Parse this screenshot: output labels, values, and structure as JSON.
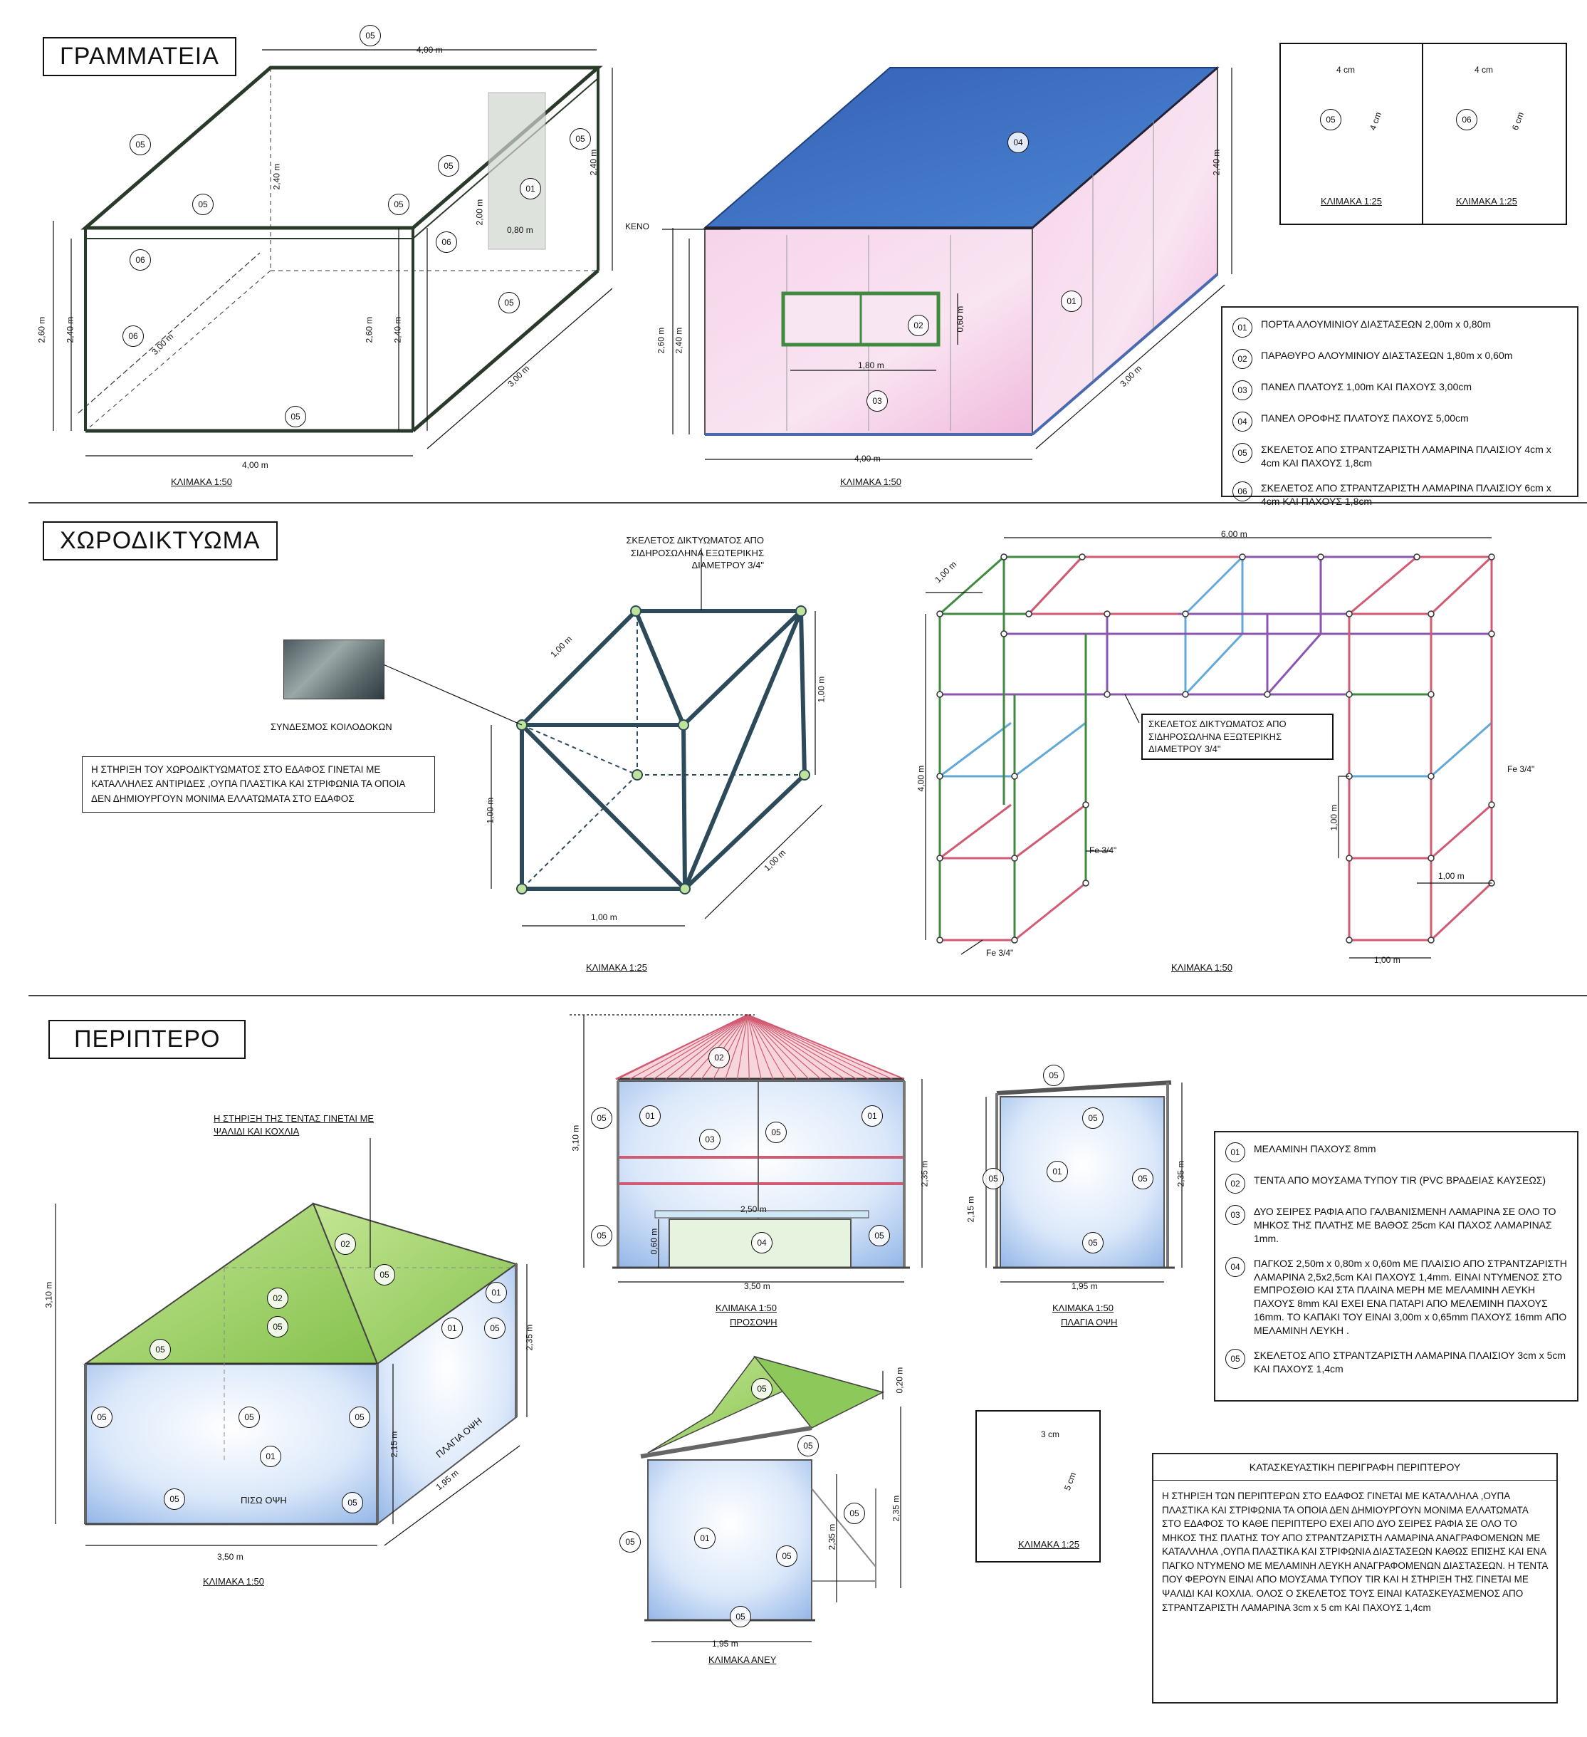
{
  "sections": {
    "grammateia": "ΓΡΑΜΜΑΤΕΙΑ",
    "chorodiktyoma": "ΧΩΡΟΔΙΚΤΥΩΜΑ",
    "periptero": "ΠΕΡΙΠΤΕΡΟ"
  },
  "grammateia": {
    "dims": {
      "w400": "4,00 m",
      "h240": "2,40 m",
      "h260": "2,60 m",
      "d300": "3,00 m",
      "diag": "3,00 m",
      "door_h": "2,00 m",
      "door_w": "0,80 m",
      "win_w": "1,80 m",
      "win_h": "0,60 m"
    },
    "keno": "ΚΕΝΟ",
    "scale50": "ΚΛΙΜΑΚΑ 1:50",
    "scale25": "ΚΛΙΜΑΚΑ 1:25",
    "profile_dims": {
      "a": "4 cm",
      "b": "4 cm",
      "c": "4 cm",
      "d": "6 cm"
    },
    "legend": [
      {
        "num": "01",
        "text": "ΠΟΡΤΑ ΑΛΟΥΜΙΝΙΟΥ ΔΙΑΣΤΑΣΕΩΝ 2,00m x 0,80m"
      },
      {
        "num": "02",
        "text": "ΠΑΡΑΘΥΡΟ ΑΛΟΥΜΙΝΙΟΥ ΔΙΑΣΤΑΣΕΩΝ 1,80m x 0,60m"
      },
      {
        "num": "03",
        "text": "ΠΑΝΕΛ ΠΛΑΤΟΥΣ 1,00m ΚΑΙ ΠΑΧΟΥΣ 3,00cm"
      },
      {
        "num": "04",
        "text": "ΠΑΝΕΛ ΟΡΟΦΗΣ ΠΛΑΤΟΥΣ ΠΑΧΟΥΣ 5,00cm"
      },
      {
        "num": "05",
        "text": "ΣΚΕΛΕΤΟΣ ΑΠΟ ΣΤΡΑΝΤΖΑΡΙΣΤΗ ΛΑΜΑΡΙΝΑ ΠΛΑΙΣΙΟΥ 4cm x 4cm ΚΑΙ ΠΑΧΟΥΣ 1,8cm"
      },
      {
        "num": "06",
        "text": "ΣΚΕΛΕΤΟΣ ΑΠΟ ΣΤΡΑΝΤΖΑΡΙΣΤΗ ΛΑΜΑΡΙΝΑ ΠΛΑΙΣΙΟΥ 6cm x 4cm ΚΑΙ ΠΑΧΟΥΣ 1,8cm"
      }
    ]
  },
  "chorodiktyoma": {
    "skeleton_label": "ΣΚΕΛΕΤΟΣ ΔΙΚΤΥΩΜΑΤΟΣ ΑΠΟ ΣΙΔΗΡΟΣΩΛΗΝΑ ΕΞΩΤΕΡΙΚΗΣ ΔΙΑΜΕΤΡΟΥ 3/4\"",
    "connector": "ΣΥΝΔΕΣΜΟΣ ΚΟΙΛΟΔΟΚΩΝ",
    "note": "Η ΣΤΗΡΙΞΗ ΤΟΥ ΧΩΡΟΔΙΚΤΥΩΜΑΤΟΣ ΣΤΟ ΕΔΑΦΟΣ ΓΙΝΕΤΑΙ ΜΕ ΚΑΤΑΛΛΗΛΕΣ ΑΝΤΙΡΙΔΕΣ ,ΟΥΠΑ ΠΛΑΣΤΙΚΑ ΚΑΙ ΣΤΡΙΦΩΝΙΑ ΤΑ ΟΠΟΙΑ ΔΕΝ ΔΗΜΙΟΥΡΓΟΥΝ ΜΟΝΙΜΑ ΕΛΛΑΤΩΜΑΤΑ ΣΤΟ ΕΔΑΦΟΣ",
    "dims": {
      "m100": "1,00 m",
      "m600": "6,00 m",
      "m400": "4,00 m"
    },
    "fe": "Fe 3/4\"",
    "scale25": "ΚΛΙΜΑΚΑ 1:25",
    "scale50": "ΚΛΙΜΑΚΑ 1:50"
  },
  "periptero": {
    "tent_note": "Η ΣΤΗΡΙΞΗ ΤΗΣ ΤΕΝΤΑΣ ΓΙΝΕΤΑΙ ΜΕ ΨΑΛΙΔΙ ΚΑΙ ΚΟΧΛΙΑ",
    "dims": {
      "h310": "3,10 m",
      "h235": "2,35 m",
      "h215": "2,15 m",
      "w350": "3,50 m",
      "d195": "1,95 m",
      "w250": "2,50 m",
      "h060": "0,60 m",
      "h020": "0,20 m"
    },
    "back": "ΠΙΣΩ ΟΨΗ",
    "side": "ΠΛΑΓΙΑ ΟΨΗ",
    "front": "ΠΡΟΣΟΨΗ",
    "scale50": "ΚΛΙΜΑΚΑ 1:50",
    "scale25": "ΚΛΙΜΑΚΑ 1:25",
    "scale_top": "ΚΛΙΜΑΚΑ ΑΝΕΥ",
    "profile_dims": {
      "a": "3 cm",
      "b": "5 cm"
    },
    "legend": [
      {
        "num": "01",
        "text": "ΜΕΛΑΜΙΝΗ ΠΑΧΟΥΣ 8mm"
      },
      {
        "num": "02",
        "text": "ΤΕΝΤΑ ΑΠΟ ΜΟΥΣΑΜΑ ΤΥΠΟΥ TIR (PVC ΒΡΑΔΕΙΑΣ ΚΑΥΣΕΩΣ)"
      },
      {
        "num": "03",
        "text": "ΔΥΟ ΣΕΙΡΕΣ ΡΑΦΙΑ ΑΠΟ ΓΑΛΒΑΝΙΣΜΕΝΗ ΛΑΜΑΡΙΝΑ ΣΕ ΟΛΟ ΤΟ ΜΗΚΟΣ ΤΗΣ ΠΛΑΤΗΣ ΜΕ ΒΑΘΟΣ 25cm ΚΑΙ ΠΑΧΟΣ ΛΑΜΑΡΙΝΑΣ 1mm."
      },
      {
        "num": "04",
        "text": "ΠΑΓΚΟΣ 2,50m x 0,80m x 0,60m ΜΕ ΠΛΑΙΣΙΟ ΑΠΟ ΣΤΡΑΝΤΖΑΡΙΣΤΗ ΛΑΜΑΡΙΝΑ 2,5x2,5cm ΚΑΙ ΠΑΧΟΥΣ 1,4mm. ΕΙΝΑΙ ΝΤΥΜΕΝΟΣ ΣΤΟ ΕΜΠΡΟΣΘΙΟ ΚΑΙ ΣΤΑ ΠΛΑΙΝΑ ΜΕΡΗ ΜΕ ΜΕΛΑΜΙΝΗ ΛΕΥΚΗ ΠΑΧΟΥΣ 8mm ΚΑΙ ΕΧΕΙ ΕΝΑ ΠΑΤΑΡΙ ΑΠΟ ΜΕΛΕΜΙΝΗ ΠΑΧΟΥΣ 16mm. ΤΟ ΚΑΠΑΚΙ ΤΟΥ ΕΙΝΑΙ 3,00m x 0,65mm ΠΑΧΟΥΣ 16mm ΑΠΟ ΜΕΛΑΜΙΝΗ ΛΕΥΚΗ ."
      },
      {
        "num": "05",
        "text": "ΣΚΕΛΕΤΟΣ ΑΠΟ ΣΤΡΑΝΤΖΑΡΙΣΤΗ ΛΑΜΑΡΙΝΑ ΠΛΑΙΣΙΟΥ 3cm x 5cm ΚΑΙ ΠΑΧΟΥΣ 1,4cm"
      }
    ],
    "desc_title": "ΚΑΤΑΣΚΕΥΑΣΤΙΚΗ ΠΕΡΙΓΡΑΦΗ ΠΕΡΙΠΤΕΡΟΥ",
    "desc_body": "Η ΣΤΗΡΙΞΗ ΤΩΝ ΠΕΡΙΠΤΕΡΩΝ ΣΤΟ ΕΔΑΦΟΣ ΓΙΝΕΤΑΙ ΜΕ ΚΑΤΑΛΛΗΛΑ ,ΟΥΠΑ ΠΛΑΣΤΙΚΑ ΚΑΙ ΣΤΡΙΦΩΝΙΑ ΤΑ ΟΠΟΙΑ ΔΕΝ ΔΗΜΙΟΥΡΓΟΥΝ ΜΟΝΙΜΑ ΕΛΛΑΤΩΜΑΤΑ ΣΤΟ ΕΔΑΦΟΣ ΤΟ ΚΑΘΕ ΠΕΡΙΠΤΕΡΟ ΕΧΕΙ ΑΠΟ ΔΥΟ ΣΕΙΡΕΣ ΡΑΦΙΑ ΣΕ ΟΛΟ ΤΟ ΜΗΚΟΣ ΤΗΣ ΠΛΑΤΗΣ ΤΟΥ ΑΠΟ ΣΤΡΑΝΤΖΑΡΙΣΤΗ ΛΑΜΑΡΙΝΑ ΑΝΑΓΡΑΦΟΜΕΝΩΝ ΜΕ ΚΑΤΑΛΛΗΛΑ ,ΟΥΠΑ ΠΛΑΣΤΙΚΑ ΚΑΙ ΣΤΡΙΦΩΝΙΑ ΔΙΑΣΤΑΣΕΩΝ ΚΑΘΩΣ ΕΠΙΣΗΣ ΚΑΙ ΕΝΑ ΠΑΓΚΟ ΝΤΥΜΕΝΟ ΜΕ ΜΕΛΑΜΙΝΗ ΛΕΥΚΗ ΑΝΑΓΡΑΦΟΜΕΝΩΝ ΔΙΑΣΤΑΣΕΩΝ. Η ΤΕΝΤΑ ΠΟΥ ΦΕΡΟΥΝ ΕΙΝΑΙ ΑΠΟ ΜΟΥΣΑΜΑ ΤΥΠΟΥ TIR ΚΑΙ Η ΣΤΗΡΙΞΗ ΤΗΣ ΓΙΝΕΤΑΙ ΜΕ ΨΑΛΙΔΙ ΚΑΙ ΚΟΧΛΙΑ. ΟΛΟΣ Ο ΣΚΕΛΕΤΟΣ ΤΟΥΣ ΕΙΝΑΙ ΚΑΤΑΣΚΕΥΑΣΜΕΝΟΣ ΑΠΟ ΣΤΡΑΝΤΖΑΡΙΣΤΗ ΛΑΜΑΡΙΝΑ 3cm x 5 cm ΚΑΙ ΠΑΧΟΥΣ 1,4cm"
  },
  "tags": {
    "t01": "01",
    "t02": "02",
    "t03": "03",
    "t04": "04",
    "t05": "05",
    "t06": "06"
  },
  "colors": {
    "roof_blue": "#3f74c4",
    "panel_pink": "#f3c9e4",
    "tent_green": "#a6d86a",
    "tent_red": "#e06a7f",
    "melamine_blue": "#a9c7ef",
    "frame_green": "#3f8a3f"
  }
}
